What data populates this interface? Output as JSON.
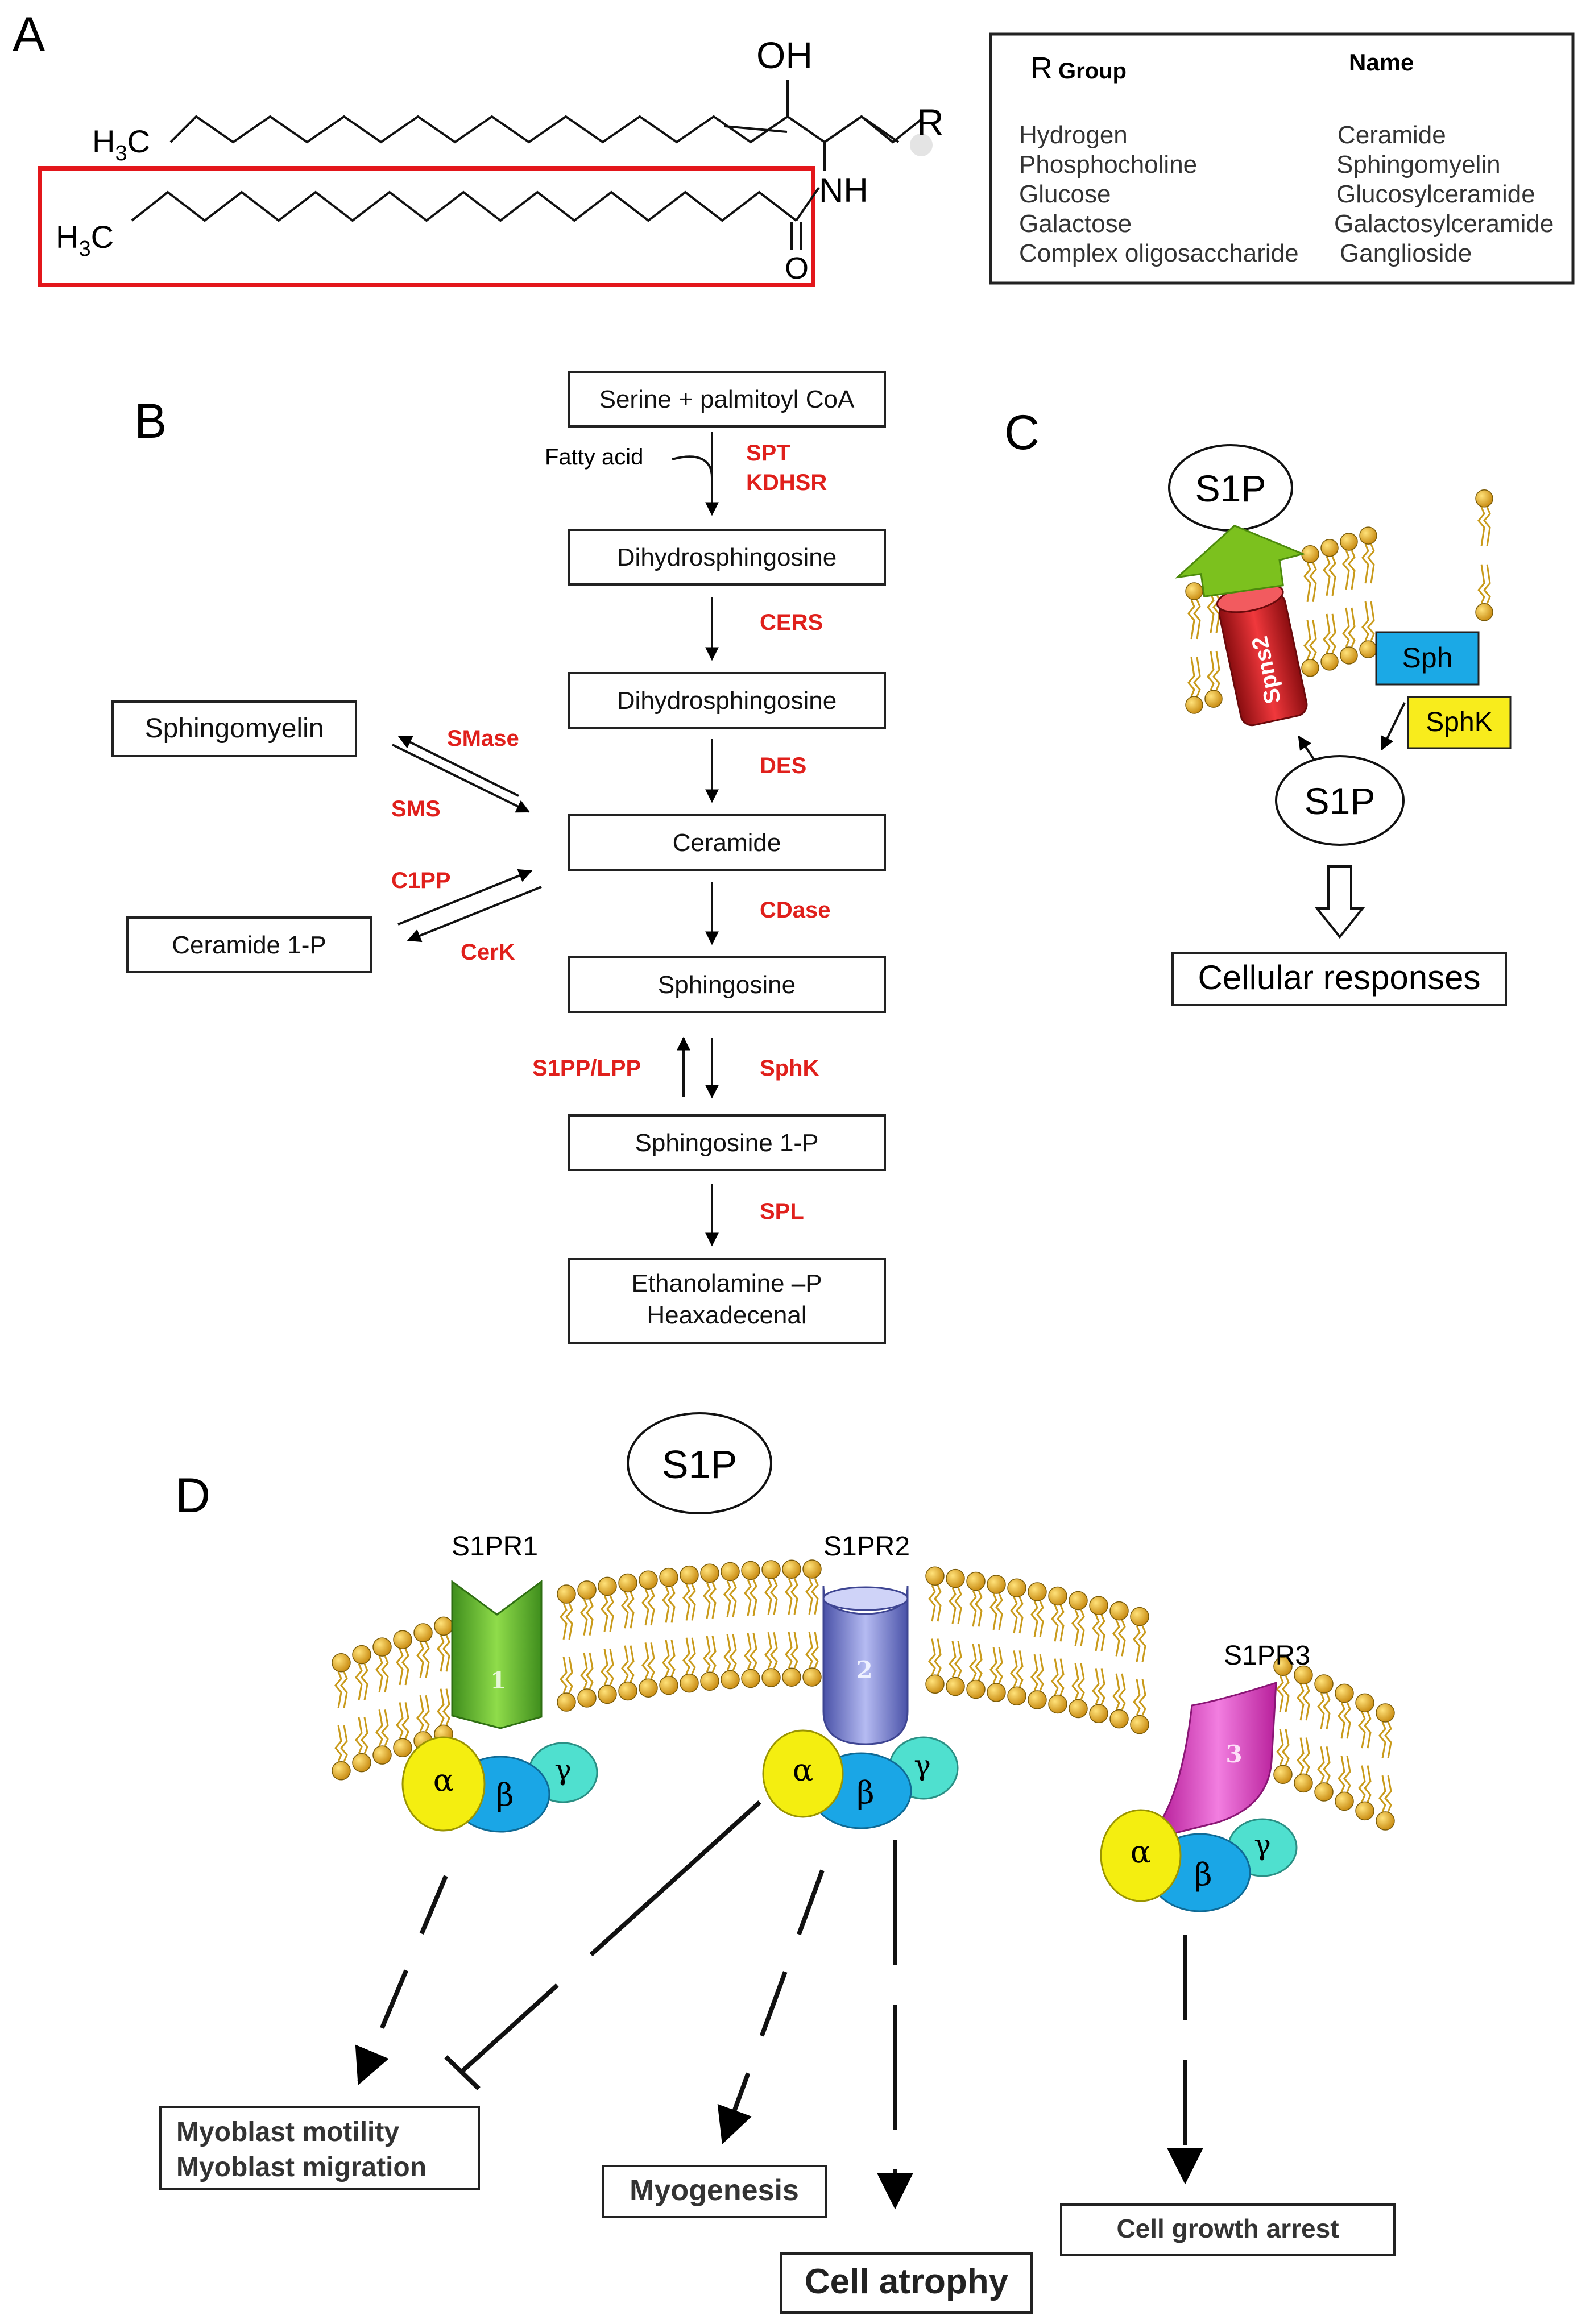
{
  "panels": {
    "a": "A",
    "b": "B",
    "c": "C",
    "d": "D"
  },
  "panel_a": {
    "oh": "OH",
    "h3c_top": "H",
    "h3c_bottom": "H",
    "sub3": "3",
    "c": "C",
    "nh": "NH",
    "o": "O",
    "r": "R",
    "table": {
      "header_r": "R",
      "header_group": "Group",
      "header_name": "Name",
      "rows": [
        {
          "group": "Hydrogen",
          "name": "Ceramide"
        },
        {
          "group": "Phosphocholine",
          "name": "Sphingomyelin"
        },
        {
          "group": "Glucose",
          "name": "Glucosylceramide"
        },
        {
          "group": "Galactose",
          "name": "Galactosylceramide"
        },
        {
          "group": "Complex oligosaccharide",
          "name": "Ganglioside"
        }
      ]
    }
  },
  "panel_b": {
    "nodes": {
      "serine": "Serine + palmitoyl CoA",
      "dihydro1": "Dihydrosphingosine",
      "dihydro2": "Dihydrosphingosine",
      "ceramide": "Ceramide",
      "sphingosine": "Sphingosine",
      "s1p": "Sphingosine 1-P",
      "ethanolamine": "Ethanolamine –P",
      "hexadecenal": "Heaxadecenal",
      "sphingomyelin": "Sphingomyelin",
      "ceramide1p": "Ceramide 1-P"
    },
    "fatty_acid": "Fatty acid",
    "enzymes": {
      "spt": "SPT",
      "kdhsr": "KDHSR",
      "cers": "CERS",
      "des": "DES",
      "cdase": "CDase",
      "sphk": "SphK",
      "s1pp_lpp": "S1PP/LPP",
      "spl": "SPL",
      "smase": "SMase",
      "sms": "SMS",
      "c1pp": "C1PP",
      "cerk": "CerK"
    },
    "enzyme_color": "#e0201c"
  },
  "panel_c": {
    "s1p_top": "S1P",
    "s1p_bottom": "S1P",
    "spns2": "Spns2",
    "sph": "Sph",
    "sphk": "SphK",
    "cellular": "Cellular responses",
    "colors": {
      "spns2": "#d8151b",
      "sph": "#1ba9e6",
      "sphk": "#f8ec1c",
      "arrow": "#7cc11e"
    }
  },
  "panel_d": {
    "s1p": "S1P",
    "receptors": [
      {
        "label": "S1PR1",
        "number": "1",
        "color": "#5cb82d"
      },
      {
        "label": "S1PR2",
        "number": "2",
        "color": "#7f86d6"
      },
      {
        "label": "S1PR3",
        "number": "3",
        "color": "#e640c8"
      }
    ],
    "g_protein": {
      "alpha": "α",
      "beta": "β",
      "gamma": "γ",
      "colors": {
        "alpha": "#f4ee10",
        "beta": "#1aa6e6",
        "gamma": "#4fe0cf"
      }
    },
    "outcomes": {
      "motility": "Myoblast motility",
      "migration": "Myoblast migration",
      "myogenesis": "Myogenesis",
      "atrophy": "Cell atrophy",
      "growth_arrest": "Cell growth arrest"
    }
  },
  "lipid_colors": {
    "head": "#e8b21e",
    "tail": "#c99a1a"
  }
}
